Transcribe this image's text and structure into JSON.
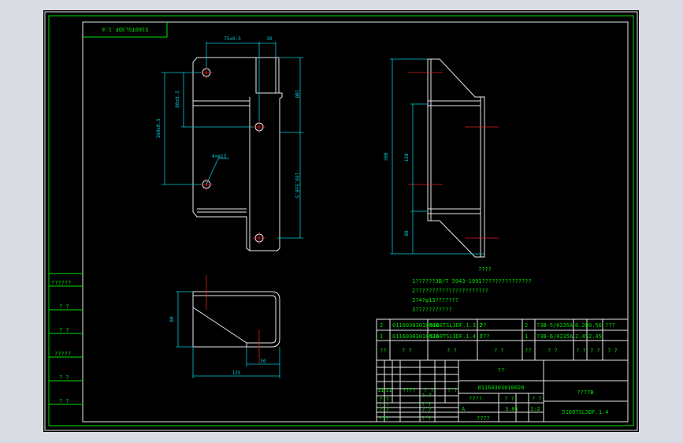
{
  "drawing_code_mirrored": "5160TSL3DF.1.4",
  "dimensions": {
    "top_w1": "75±0.5",
    "top_w2": "30",
    "height1": "100",
    "height2": "169.5±0.5",
    "left_d1": "80±0.5",
    "left_d2": "160±0.5",
    "hole": "4×φ13",
    "side_total": "300",
    "side_mid": "150",
    "side_low": "80",
    "bottom_h": "80",
    "bottom_w1": "50",
    "bottom_w2": "125"
  },
  "notes": {
    "title": "????",
    "line1": "1??????JB/T 5943-1991???????????????",
    "line2": "2??????????????????????",
    "line3": "3?4?φ13???????",
    "line4": "3???????????"
  },
  "left_strip": [
    "??????",
    "? ?",
    "? ?",
    "?????",
    "? ?",
    "? ?"
  ],
  "bom": [
    [
      "2",
      "01160303010060",
      "5160TSL3DF.1.3-2",
      "??",
      "2",
      "?3B-5/0235A",
      "0.28",
      "0.56",
      "???"
    ],
    [
      "1",
      "01160303010020",
      "5160TSL3DF.1.4-1",
      "???",
      "1",
      "?3B-6/0235A",
      "2.45",
      "2.45",
      ""
    ],
    [
      "??",
      "? ?",
      "? ?",
      "? ?",
      "??",
      "? ?",
      "? ?",
      "? ?",
      "? ?"
    ]
  ],
  "title_block": {
    "name": "??",
    "part_no": "01160303010020",
    "unit": "????B",
    "drawing_no": "5160TSL3DF.1.4",
    "small_row1": [
      "11",
      "11",
      "????",
      "? ?",
      "? ?"
    ],
    "small_row2": [
      "? ?",
      "? ?"
    ],
    "small_row3": [
      "? ?",
      "? ?"
    ],
    "small_row4": [
      "? ?",
      "? ?"
    ],
    "small_row5": [
      "???",
      "? ?"
    ],
    "mid_row1": [
      "????",
      "? ?",
      "? ?"
    ],
    "mid_row2": [
      "A",
      "????",
      "3.01",
      "1:2"
    ]
  }
}
